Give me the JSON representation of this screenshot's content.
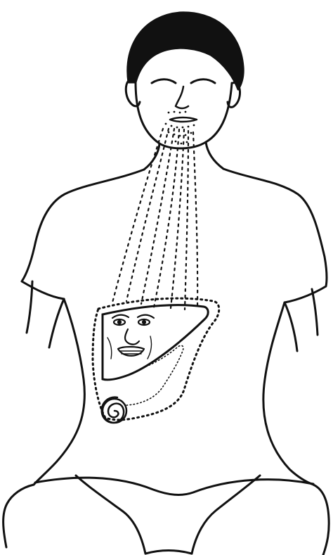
{
  "figure": {
    "background": "#ffffff",
    "ink": "#111111",
    "subject": "seated-person-line-drawing",
    "elements": [
      "hair",
      "face",
      "dotted-breath-stream",
      "liver-face",
      "spiral"
    ]
  }
}
